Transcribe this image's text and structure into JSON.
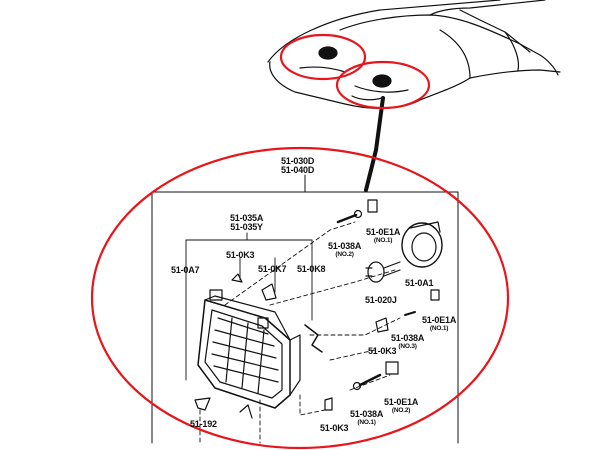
{
  "colors": {
    "highlight": "#e8151b",
    "line": "#111111",
    "background": "#ffffff"
  },
  "labels": {
    "assembly_a": "51-030D",
    "assembly_b": "51-040D",
    "housing_a": "51-035A",
    "housing_b": "51-035Y",
    "screw_left": "51-0A7",
    "clip_upper": "51-0K3",
    "spring_clip": "51-0K7",
    "bracket": "51-0K8",
    "screw_no2": "51-038A",
    "screw_no2_note": "(NO.2)",
    "nut_no1": "51-0E1A",
    "nut_no1_note": "(NO.1)",
    "bulb": "51-020J",
    "ring": "51-0A1",
    "nut_right": "51-0E1A",
    "nut_right_note": "(NO.1)",
    "screw_no3": "51-038A",
    "screw_no3_note": "(NO.3)",
    "clip_mid": "51-0K3",
    "bottom_bracket": "51-192",
    "clip_bottom": "51-0K3",
    "screw_no1": "51-038A",
    "screw_no1_note": "(NO.1)",
    "nut_no2": "51-0E1A",
    "nut_no2_note": "(NO.2)"
  }
}
